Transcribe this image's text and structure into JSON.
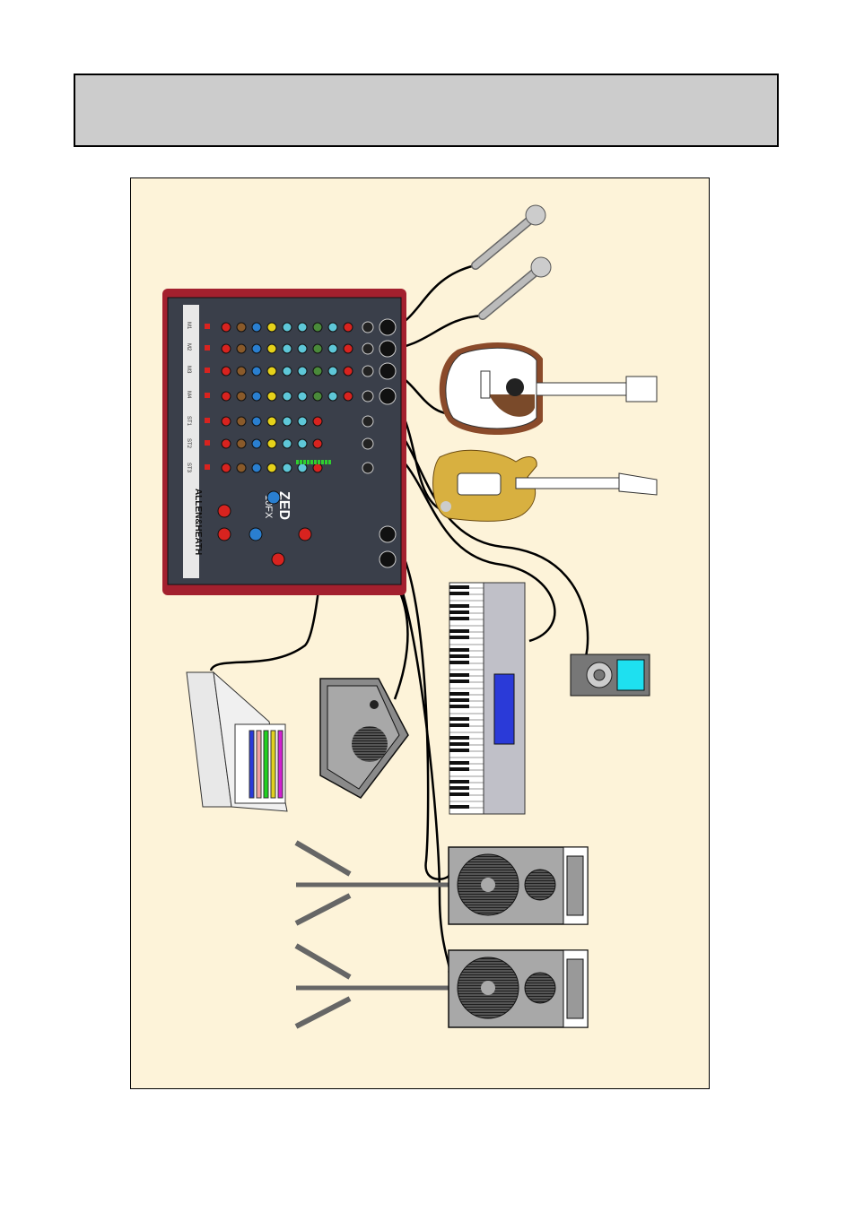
{
  "header": {
    "title": ""
  },
  "diagram": {
    "description": "Live sound setup wiring diagram",
    "mixer": {
      "brand": "ALLEN&HEATH",
      "model": "ZED",
      "model_suffix": "10FX",
      "channel_labels": [
        "M1",
        "M2",
        "M3",
        "M4",
        "ST1",
        "ST2",
        "ST3"
      ],
      "colors": {
        "body": "#3a3f4a",
        "frame": "#a3202e",
        "knob_red": "#d8231f",
        "knob_blue": "#2a7fd0",
        "knob_yellow": "#e6d21a",
        "knob_cyan": "#5ec7d8",
        "knob_green": "#4a8a3a",
        "knob_brown": "#8a5a2a"
      }
    },
    "devices": [
      {
        "id": "mic-1",
        "label": "Microphone 1"
      },
      {
        "id": "mic-2",
        "label": "Microphone 2"
      },
      {
        "id": "acoustic-guitar",
        "label": "Acoustic guitar"
      },
      {
        "id": "electric-guitar",
        "label": "Electric guitar"
      },
      {
        "id": "keyboard",
        "label": "Keyboard"
      },
      {
        "id": "media-player",
        "label": "Portable media player"
      },
      {
        "id": "laptop",
        "label": "Laptop"
      },
      {
        "id": "monitor-wedge",
        "label": "Stage monitor wedge"
      },
      {
        "id": "pa-speaker-1",
        "label": "PA speaker 1"
      },
      {
        "id": "pa-speaker-2",
        "label": "PA speaker 2"
      }
    ],
    "colors": {
      "panel_bg": "#fdf3d9",
      "title_bg": "#cccccc",
      "cable": "#000000",
      "speaker_grey": "#a8a8a8",
      "keyboard_lcd": "#2a3ad8",
      "player_screen": "#1ee0f0",
      "guitar_body": "#d8b040",
      "laptop_bars": [
        "#2a3ad8",
        "#f0a0a0",
        "#20d020",
        "#e0d020",
        "#d020d0"
      ]
    }
  }
}
